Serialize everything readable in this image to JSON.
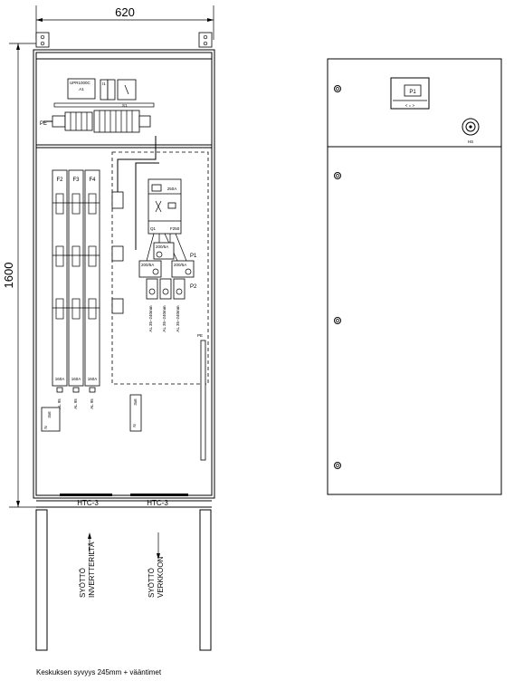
{
  "dimensions": {
    "width_label": "620",
    "height_label": "1600"
  },
  "front_view": {
    "top_module": {
      "meter_label_1": "UPR1000C",
      "meter_label_2": "A1",
      "small_labels": [
        "I1",
        "S1"
      ]
    },
    "pe_bar_label": "PE",
    "fuse_switches": [
      {
        "label": "F2",
        "rating": "160A",
        "cable": "AL 95"
      },
      {
        "label": "F3",
        "rating": "160A",
        "cable": "AL 95"
      },
      {
        "label": "F4",
        "rating": "160A",
        "cable": "AL 95"
      }
    ],
    "main_breaker": {
      "label": "Q1",
      "top_label": "250A",
      "side_label": "F250"
    },
    "protections": [
      {
        "label": "P1",
        "rating": "200/5A"
      },
      {
        "label": "P2",
        "rating": "200/5A"
      }
    ],
    "cable_labels": [
      "AL 35–240mm",
      "AL 35–240mm",
      "AL 35–240mm"
    ],
    "pe_rail_label": "PE",
    "small_boxes": [
      {
        "label": "N",
        "text": "3x6"
      },
      {
        "label": "N",
        "text": "3x6"
      }
    ],
    "busbar_labels": [
      "HTC-3",
      "HTC-3"
    ],
    "feed_labels": [
      {
        "line1": "SYÖTTÖ",
        "line2": "INVERTTERILTÄ"
      },
      {
        "line1": "SYÖTTÖ",
        "line2": "VERKKOON"
      }
    ]
  },
  "door_view": {
    "meter_label": "P1",
    "meter_buttons": "<  =  >",
    "emergency_label": "HS"
  },
  "note": "Keskuksen syvyys 245mm + vääntimet"
}
